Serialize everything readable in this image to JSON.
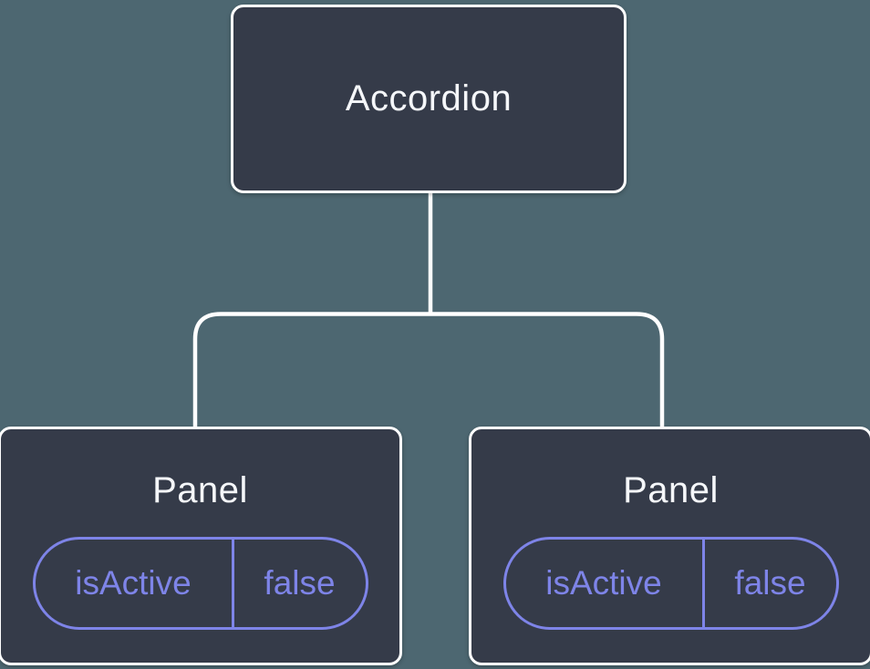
{
  "colors": {
    "background": "#4d6771",
    "node_fill": "#353b49",
    "node_border": "#ffffff",
    "connector": "#ffffff",
    "accent_purple": "#7e84e8",
    "title_text": "#f5f7fa"
  },
  "tree": {
    "root": {
      "label": "Accordion"
    },
    "children": [
      {
        "label": "Panel",
        "state": {
          "key": "isActive",
          "value": "false"
        }
      },
      {
        "label": "Panel",
        "state": {
          "key": "isActive",
          "value": "false"
        }
      }
    ]
  }
}
